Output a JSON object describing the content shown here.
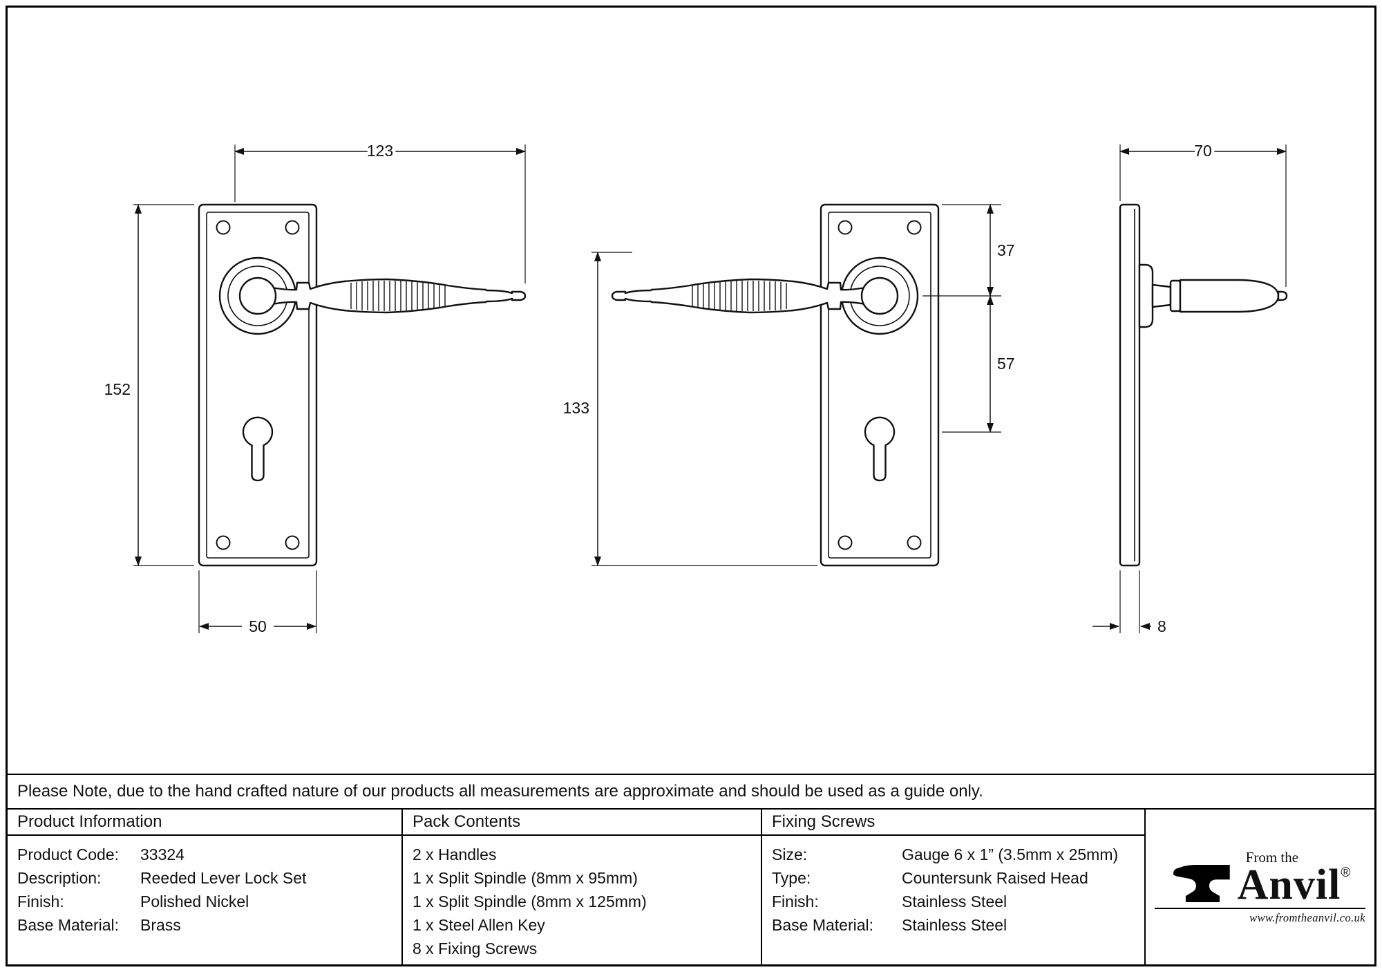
{
  "notice": "Please Note, due to the hand crafted nature of our products all measurements are approximate and should be used as a guide only.",
  "drawing": {
    "front_view": {
      "lever_length": "123",
      "plate_height": "152",
      "plate_width": "50"
    },
    "mirrored_view": {
      "overall_height": "133",
      "top_to_spindle": "37",
      "spindle_to_keyhole": "57"
    },
    "side_view": {
      "projection": "70",
      "plate_thickness": "8"
    }
  },
  "table": {
    "product_info": {
      "header": "Product Information",
      "rows": [
        {
          "label": "Product Code:",
          "value": "33324"
        },
        {
          "label": "Description:",
          "value": "Reeded Lever Lock Set"
        },
        {
          "label": "Finish:",
          "value": "Polished Nickel"
        },
        {
          "label": "Base Material:",
          "value": "Brass"
        }
      ]
    },
    "pack_contents": {
      "header": "Pack Contents",
      "items": [
        "2 x Handles",
        "1 x Split Spindle (8mm x 95mm)",
        "1 x Split Spindle (8mm x 125mm)",
        "1 x Steel Allen Key",
        "8 x Fixing Screws"
      ]
    },
    "fixing_screws": {
      "header": "Fixing Screws",
      "rows": [
        {
          "label": "Size:",
          "value": "Gauge 6 x 1” (3.5mm x 25mm)"
        },
        {
          "label": "Type:",
          "value": "Countersunk Raised Head"
        },
        {
          "label": "Finish:",
          "value": "Stainless Steel"
        },
        {
          "label": "Base Material:",
          "value": "Stainless Steel"
        }
      ]
    }
  },
  "logo": {
    "icon": "anvil-icon",
    "tagline": "From the",
    "name": "Anvil",
    "registered": "®",
    "url": "www.fromtheanvil.co.uk"
  },
  "colors": {
    "ink": "#111111",
    "background": "#ffffff"
  }
}
